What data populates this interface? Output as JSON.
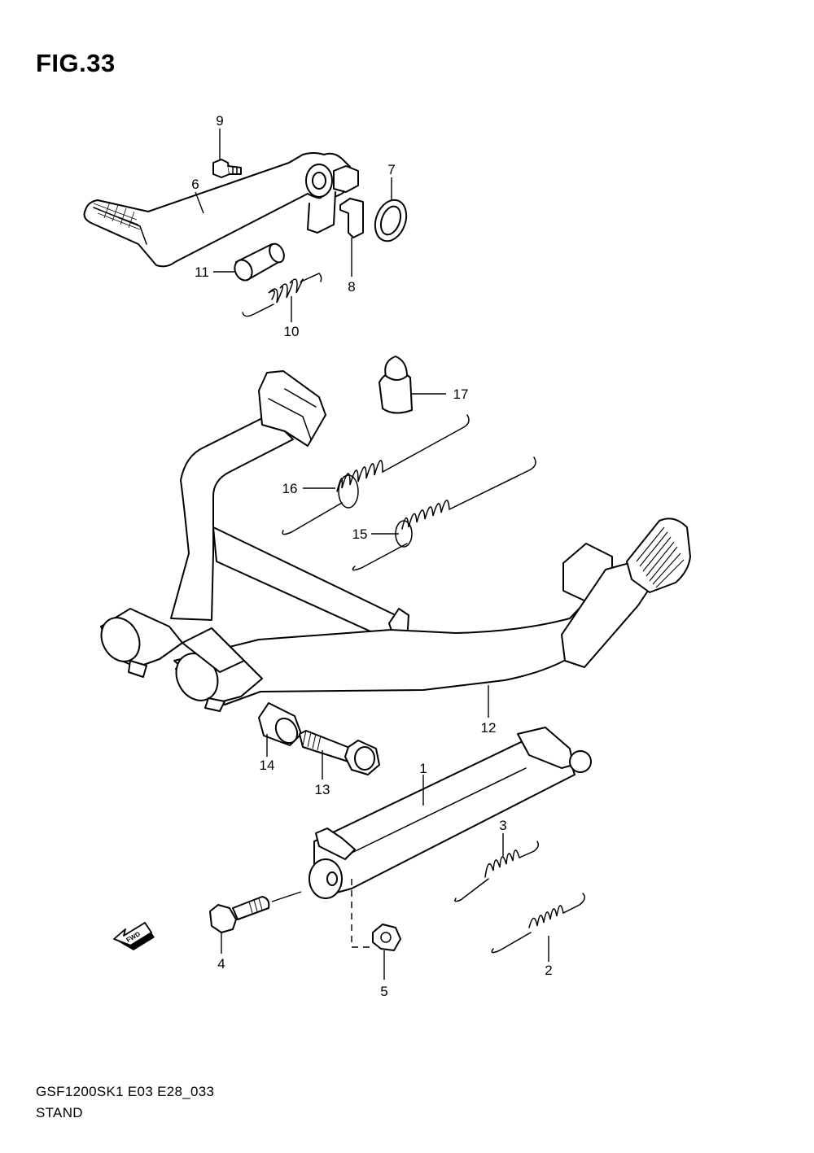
{
  "figure": {
    "title": "FIG.33",
    "model_code": "GSF1200SK1 E03 E28_033",
    "section_name": "STAND"
  },
  "callouts": [
    "1",
    "2",
    "3",
    "4",
    "5",
    "6",
    "7",
    "8",
    "9",
    "10",
    "11",
    "12",
    "13",
    "14",
    "15",
    "16",
    "17"
  ],
  "direction_badge": "FWD"
}
